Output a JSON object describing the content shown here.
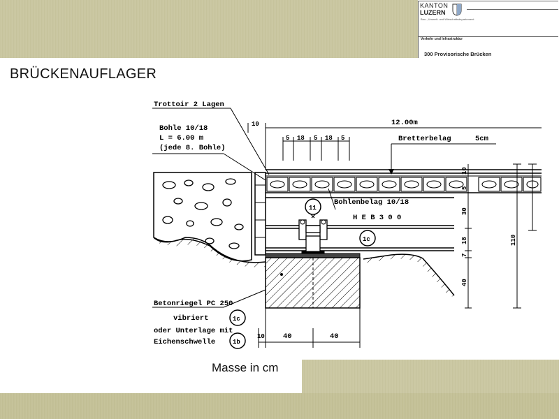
{
  "header": {
    "logo_line1": "KANTON",
    "logo_line2": "LUZERN",
    "logo_sub": "Bau-, Umwelt- und Wirtschaftsdepartement",
    "department": "Verkehr und Infrastruktur",
    "section": "300 Provisorische Brücken"
  },
  "slide": {
    "title": "BRÜCKENAUFLAGER",
    "units_note": "Masse in cm"
  },
  "drawing": {
    "labels": {
      "trottoir": "Trottoir 2 Lagen",
      "bohle_line1": "Bohle 10/18",
      "bohle_line2": "L = 6.00 m",
      "bohle_line3": "(jede 8. Bohle)",
      "span": "12.00m",
      "bretterbelag": "Bretterbelag",
      "bretterbelag_dim": "5cm",
      "bohlenbelag": "Bohlenbelag 10/18",
      "beam": "H E B 3 0 0",
      "detail_11": "11",
      "detail_1c": "1c",
      "detail_1b": "1b",
      "betonriegel": "Betonriegel PC 250",
      "vibriert": "vibriert",
      "oder": "oder Unterlage mit",
      "eichen": "Eichenschwelle"
    },
    "dims_top": [
      "10",
      "5",
      "18",
      "5",
      "18",
      "5"
    ],
    "dims_right": [
      "10",
      "5",
      "30",
      "18",
      "7",
      "40",
      "110"
    ],
    "dims_bottom": [
      "10",
      "40",
      "40"
    ]
  }
}
